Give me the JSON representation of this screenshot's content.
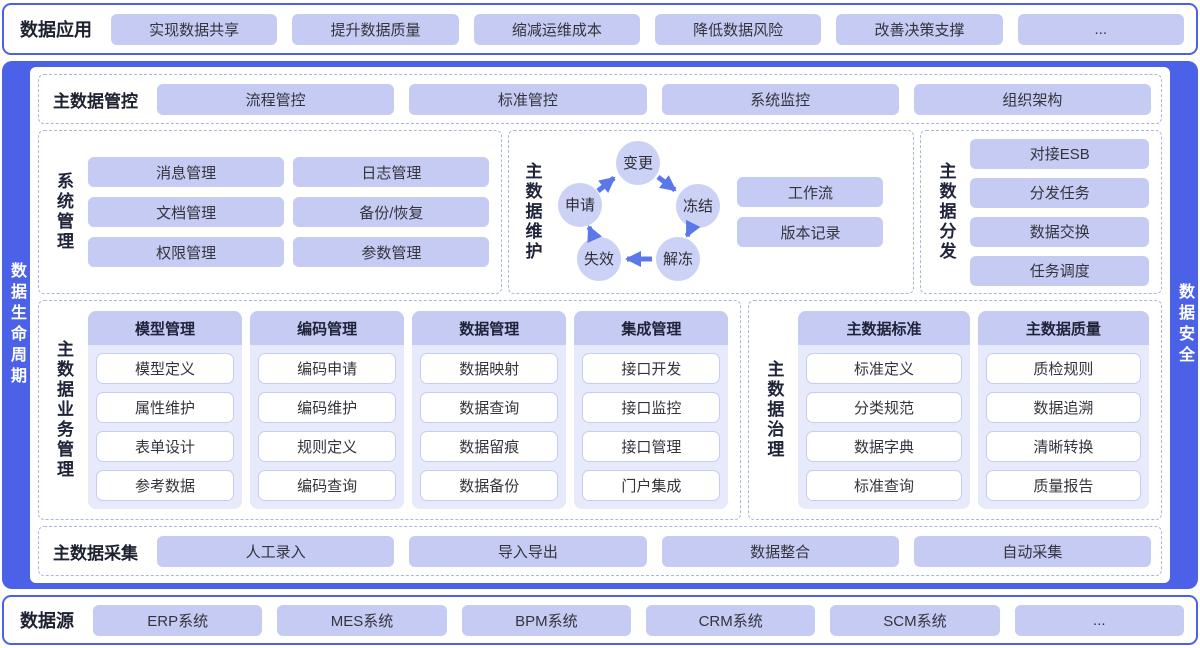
{
  "colors": {
    "primary_blue": "#4b61e8",
    "chip_lavender": "#c5cbf3",
    "circle_fill": "#cbd2f6",
    "arrow_blue": "#5b78e8",
    "column_body": "#e7eafb"
  },
  "app_layer": {
    "label": "数据应用",
    "items": [
      "实现数据共享",
      "提升数据质量",
      "缩减运维成本",
      "降低数据风险",
      "改善决策支撑",
      "..."
    ]
  },
  "left_strip": {
    "label": "数据生命周期"
  },
  "right_strip": {
    "label": "数据安全"
  },
  "control_layer": {
    "label": "主数据管控",
    "items": [
      "流程管控",
      "标准管控",
      "系统监控",
      "组织架构"
    ]
  },
  "system_mgmt": {
    "label": "系统管理",
    "items": [
      "消息管理",
      "日志管理",
      "文档管理",
      "备份/恢复",
      "权限管理",
      "参数管理"
    ]
  },
  "maintenance": {
    "label": "主数据维护",
    "cycle": [
      "变更",
      "冻结",
      "解冻",
      "失效",
      "申请"
    ],
    "buttons": [
      "工作流",
      "版本记录"
    ]
  },
  "distribution": {
    "label": "主数据分发",
    "items": [
      "对接ESB",
      "分发任务",
      "数据交换",
      "任务调度"
    ]
  },
  "business": {
    "label": "主数据业务管理",
    "columns": [
      {
        "header": "模型管理",
        "items": [
          "模型定义",
          "属性维护",
          "表单设计",
          "参考数据"
        ]
      },
      {
        "header": "编码管理",
        "items": [
          "编码申请",
          "编码维护",
          "规则定义",
          "编码查询"
        ]
      },
      {
        "header": "数据管理",
        "items": [
          "数据映射",
          "数据查询",
          "数据留痕",
          "数据备份"
        ]
      },
      {
        "header": "集成管理",
        "items": [
          "接口开发",
          "接口监控",
          "接口管理",
          "门户集成"
        ]
      }
    ]
  },
  "governance": {
    "label": "主数据治理",
    "columns": [
      {
        "header": "主数据标准",
        "items": [
          "标准定义",
          "分类规范",
          "数据字典",
          "标准查询"
        ]
      },
      {
        "header": "主数据质量",
        "items": [
          "质检规则",
          "数据追溯",
          "清晰转换",
          "质量报告"
        ]
      }
    ]
  },
  "collection": {
    "label": "主数据采集",
    "items": [
      "人工录入",
      "导入导出",
      "数据整合",
      "自动采集"
    ]
  },
  "data_source": {
    "label": "数据源",
    "items": [
      "ERP系统",
      "MES系统",
      "BPM系统",
      "CRM系统",
      "SCM系统",
      "..."
    ]
  }
}
